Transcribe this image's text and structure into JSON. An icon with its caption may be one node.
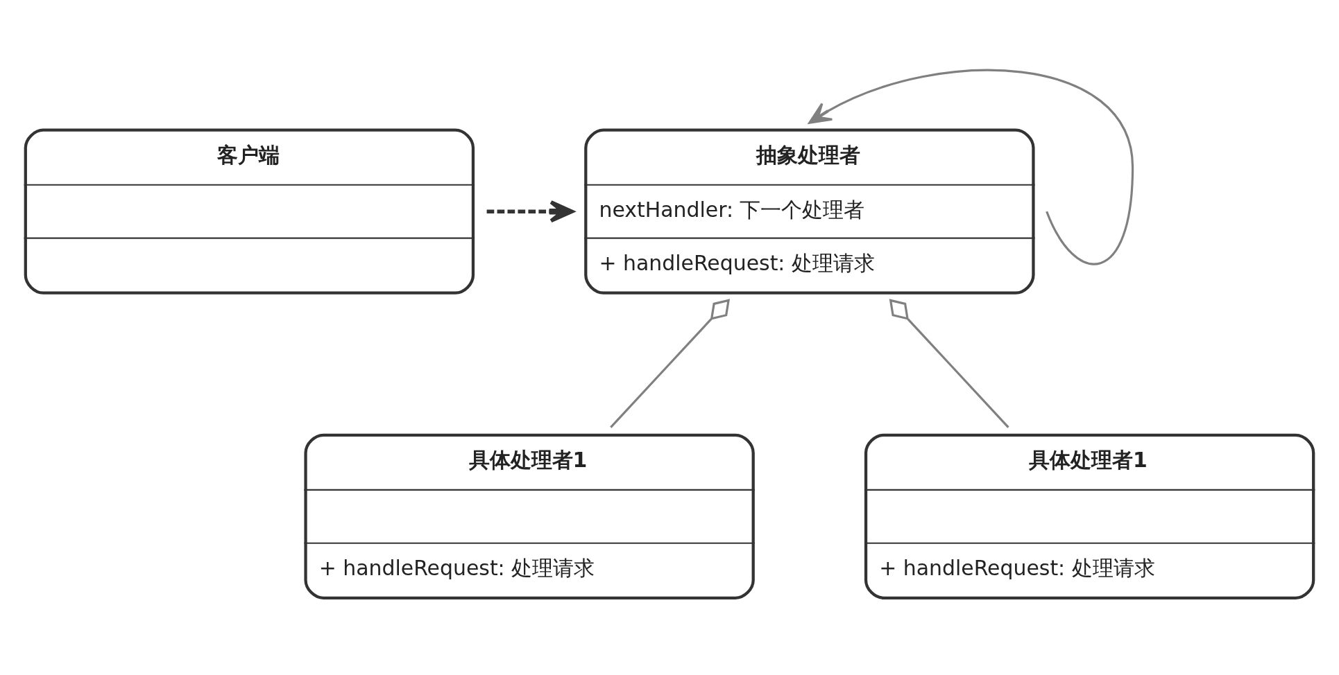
{
  "diagram": {
    "nodes": [
      {
        "text": [
          "客户端"
        ]
      },
      {
        "text": [
          "抽象处理者",
          "nextHandler: 下一个处理者",
          "+ handleRequest: 处理请求"
        ]
      },
      {
        "text": [
          "具体处理者1",
          "+ handleRequest: 处理请求"
        ]
      },
      {
        "text": [
          "具体处理者1",
          "+ handleRequest: 处理请求"
        ]
      }
    ],
    "edges": [
      {
        "from": 0,
        "to": 1,
        "arrow": "to",
        "style": "dashed",
        "color": "#333333"
      },
      {
        "from": 1,
        "to": 1,
        "arrow": "to"
      },
      {
        "from": 1,
        "to": 2,
        "arrow": "other"
      },
      {
        "from": 1,
        "to": 3,
        "arrow": "other"
      }
    ]
  }
}
